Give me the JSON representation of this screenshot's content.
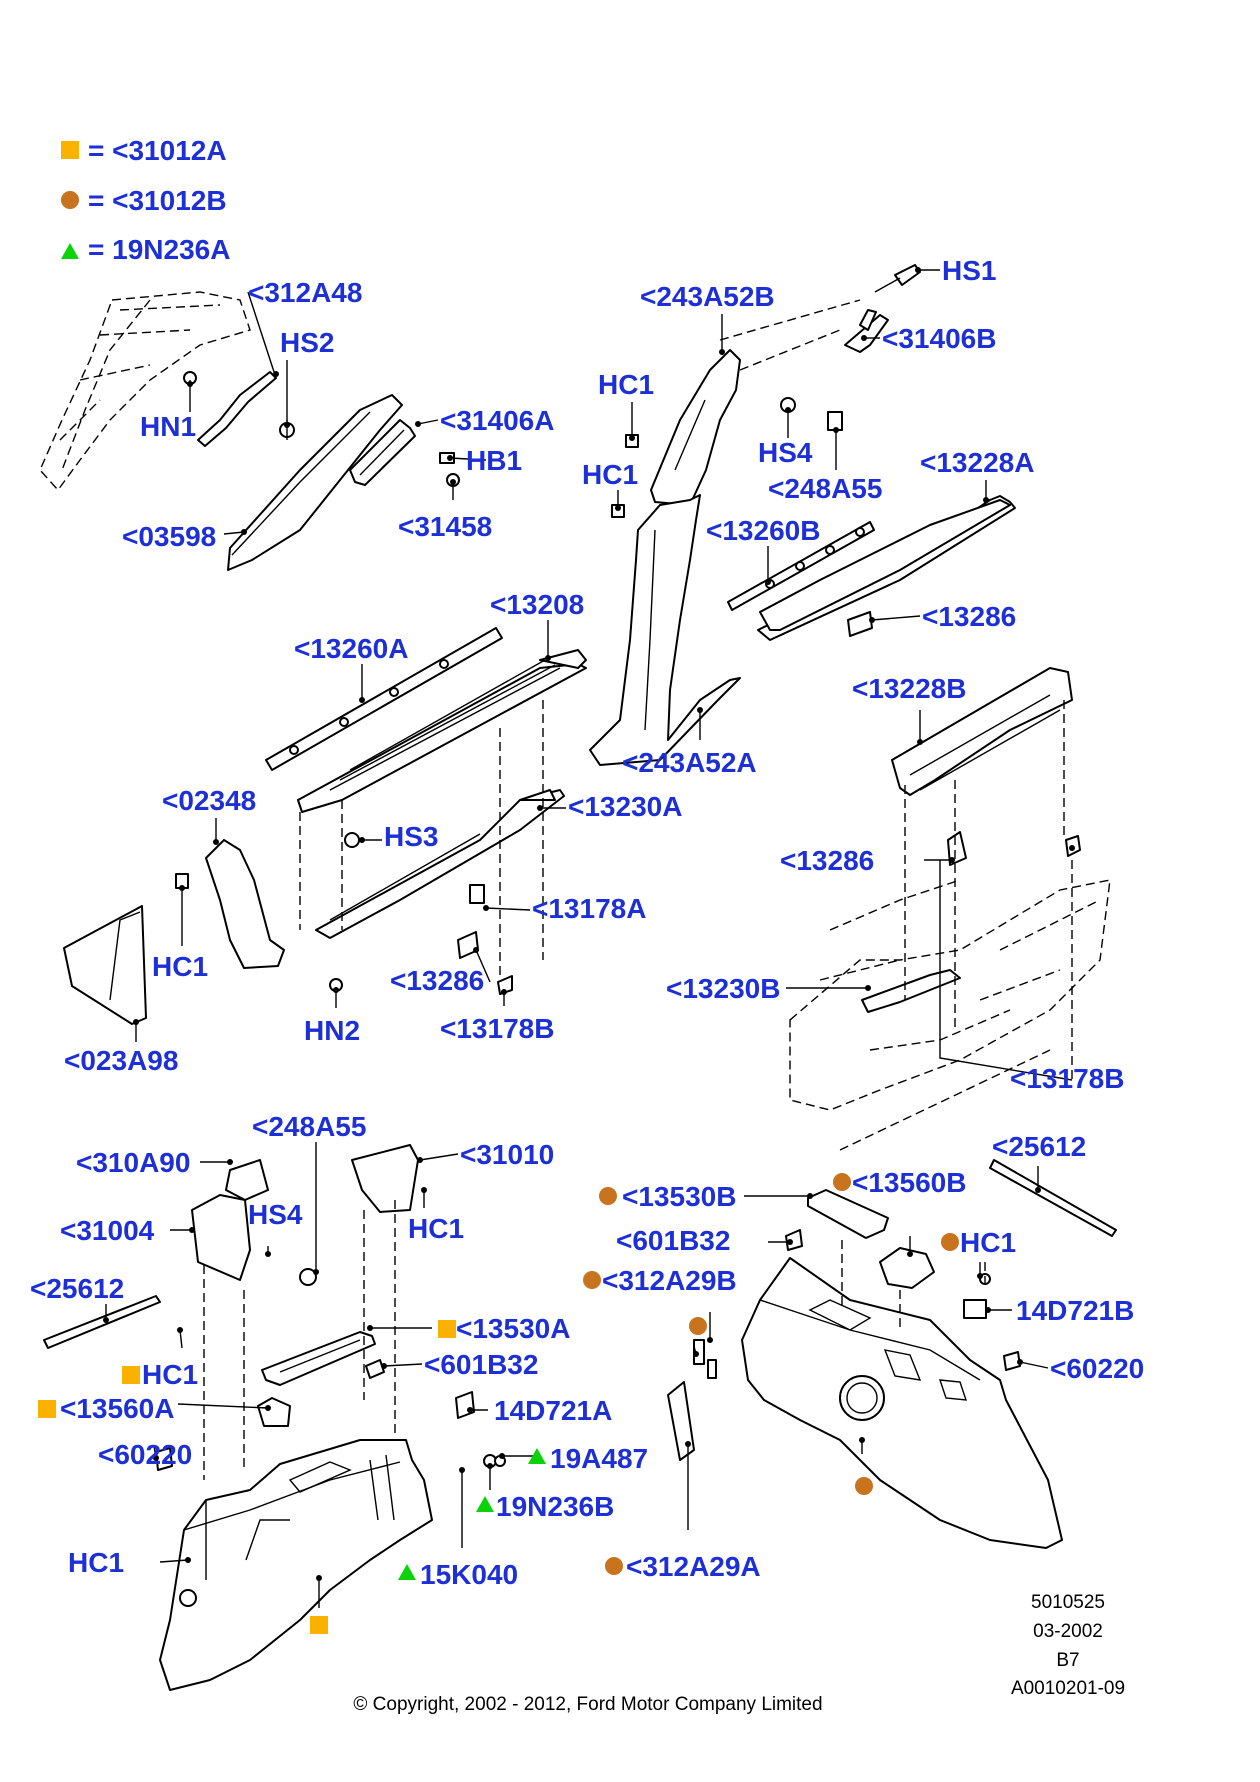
{
  "colors": {
    "label": "#1d2fd6",
    "square_marker": "#fbb100",
    "circle_marker": "#c8731e",
    "triangle_marker": "#0bd30b"
  },
  "legend": [
    {
      "marker": "square",
      "text": "= <31012A"
    },
    {
      "marker": "circle",
      "text": "= <31012B"
    },
    {
      "marker": "triangle",
      "text": "= 19N236A"
    }
  ],
  "callouts": [
    {
      "id": "c1",
      "text": "<312A48"
    },
    {
      "id": "c2",
      "text": "HS2"
    },
    {
      "id": "c3",
      "text": "HN1"
    },
    {
      "id": "c4",
      "text": "<31406A"
    },
    {
      "id": "c5",
      "text": "HB1"
    },
    {
      "id": "c6",
      "text": "<31458"
    },
    {
      "id": "c7",
      "text": "<03598"
    },
    {
      "id": "c8",
      "text": "<243A52B"
    },
    {
      "id": "c9",
      "text": "HS1"
    },
    {
      "id": "c10",
      "text": "<31406B"
    },
    {
      "id": "c11",
      "text": "HC1"
    },
    {
      "id": "c12",
      "text": "HC1"
    },
    {
      "id": "c13",
      "text": "HS4"
    },
    {
      "id": "c14",
      "text": "<248A55"
    },
    {
      "id": "c15",
      "text": "<13228A"
    },
    {
      "id": "c16",
      "text": "<13260B"
    },
    {
      "id": "c17",
      "text": "<13286"
    },
    {
      "id": "c18",
      "text": "<13208"
    },
    {
      "id": "c19",
      "text": "<13260A"
    },
    {
      "id": "c20",
      "text": "<243A52A"
    },
    {
      "id": "c21",
      "text": "<13228B"
    },
    {
      "id": "c22",
      "text": "<02348"
    },
    {
      "id": "c23",
      "text": "<13230A"
    },
    {
      "id": "c24",
      "text": "HS3"
    },
    {
      "id": "c25",
      "text": "<13178A"
    },
    {
      "id": "c26",
      "text": "<13286"
    },
    {
      "id": "c27",
      "text": "HC1"
    },
    {
      "id": "c28",
      "text": "<13286"
    },
    {
      "id": "c29",
      "text": "HN2"
    },
    {
      "id": "c30",
      "text": "<13178B"
    },
    {
      "id": "c31",
      "text": "<023A98"
    },
    {
      "id": "c32",
      "text": "<13230B"
    },
    {
      "id": "c33",
      "text": "<13178B"
    },
    {
      "id": "c34",
      "text": "<248A55"
    },
    {
      "id": "c35",
      "text": "<310A90"
    },
    {
      "id": "c36",
      "text": "<31010"
    },
    {
      "id": "c37",
      "text": "HS4"
    },
    {
      "id": "c38",
      "text": "<31004"
    },
    {
      "id": "c39",
      "text": "HC1"
    },
    {
      "id": "c40",
      "text": "<25612"
    },
    {
      "id": "c41",
      "text": "<13530A"
    },
    {
      "id": "c42",
      "text": "HC1"
    },
    {
      "id": "c43",
      "text": "<601B32"
    },
    {
      "id": "c44",
      "text": "<13560A"
    },
    {
      "id": "c45",
      "text": "14D721A"
    },
    {
      "id": "c46",
      "text": "<60220"
    },
    {
      "id": "c47",
      "text": "19A487"
    },
    {
      "id": "c48",
      "text": "19N236B"
    },
    {
      "id": "c49",
      "text": "HC1"
    },
    {
      "id": "c50",
      "text": "15K040"
    },
    {
      "id": "c51",
      "text": "<25612"
    },
    {
      "id": "c52",
      "text": "<13530B"
    },
    {
      "id": "c53",
      "text": "<13560B"
    },
    {
      "id": "c54",
      "text": "<601B32"
    },
    {
      "id": "c55",
      "text": "HC1"
    },
    {
      "id": "c56",
      "text": "<312A29B"
    },
    {
      "id": "c57",
      "text": "14D721B"
    },
    {
      "id": "c58",
      "text": "<60220"
    },
    {
      "id": "c59",
      "text": "<312A29A"
    }
  ],
  "footer": {
    "doc_number": "5010525",
    "date": "03-2002",
    "code": "B7",
    "ref": "A0010201-09",
    "copyright": "© Copyright, 2002 - 2012, Ford Motor Company Limited"
  }
}
